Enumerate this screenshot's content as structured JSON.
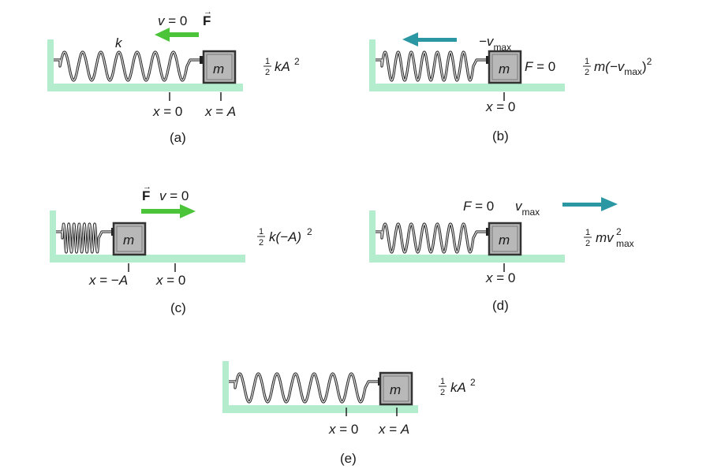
{
  "colors": {
    "ground": "#b4ecce",
    "mass_fill": "#b8b8b8",
    "mass_border": "#333333",
    "force_arrow": "#4cc43a",
    "velocity_arrow": "#2a97a3",
    "text": "#1a1a1a"
  },
  "panels": [
    {
      "id": "a",
      "caption": "(a)",
      "spring_label": "k",
      "mass_label": "m",
      "arrow_labels": [
        "v = 0",
        "F"
      ],
      "arrow": {
        "type": "force",
        "direction": "left"
      },
      "ticks": [
        "x = 0",
        "x = A"
      ],
      "energy": {
        "frac_num": "1",
        "frac_den": "2",
        "expr": "kA",
        "sup": "2"
      }
    },
    {
      "id": "b",
      "caption": "(b)",
      "mass_label": "m",
      "velocity_label": "−v",
      "velocity_sub": "max",
      "force_label": "F = 0",
      "arrow": {
        "type": "velocity",
        "direction": "left"
      },
      "ticks": [
        "x = 0"
      ],
      "energy": {
        "frac_num": "1",
        "frac_den": "2",
        "expr": "m(−v",
        "sub": "max",
        "tail": ")",
        "sup": "2"
      }
    },
    {
      "id": "c",
      "caption": "(c)",
      "mass_label": "m",
      "arrow_labels": [
        "F",
        "v = 0"
      ],
      "arrow": {
        "type": "force",
        "direction": "right"
      },
      "ticks": [
        "x = −A",
        "x = 0"
      ],
      "energy": {
        "frac_num": "1",
        "frac_den": "2",
        "expr": "k(−A)",
        "sup": "2"
      }
    },
    {
      "id": "d",
      "caption": "(d)",
      "mass_label": "m",
      "force_label": "F = 0",
      "velocity_label": "v",
      "velocity_sub": "max",
      "arrow": {
        "type": "velocity",
        "direction": "right"
      },
      "ticks": [
        "x = 0"
      ],
      "energy": {
        "frac_num": "1",
        "frac_den": "2",
        "expr": "mv",
        "sup": "2",
        "sub": "max"
      }
    },
    {
      "id": "e",
      "caption": "(e)",
      "mass_label": "m",
      "ticks": [
        "x = 0",
        "x = A"
      ],
      "energy": {
        "frac_num": "1",
        "frac_den": "2",
        "expr": "kA",
        "sup": "2"
      }
    }
  ]
}
